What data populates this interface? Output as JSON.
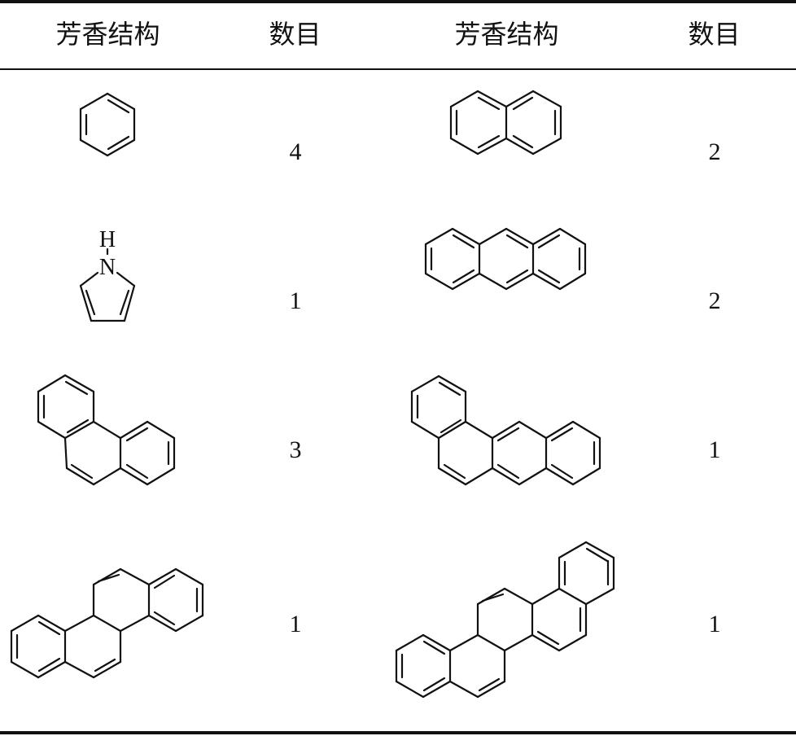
{
  "table": {
    "headers": [
      "芳香结构",
      "数目",
      "芳香结构",
      "数目"
    ],
    "rows": [
      {
        "left_count": "4",
        "right_count": "2"
      },
      {
        "left_count": "1",
        "right_count": "2"
      },
      {
        "left_count": "3",
        "right_count": "1"
      },
      {
        "left_count": "1",
        "right_count": "1"
      }
    ],
    "pyrrole_labels": {
      "h": "H",
      "n": "N"
    }
  }
}
